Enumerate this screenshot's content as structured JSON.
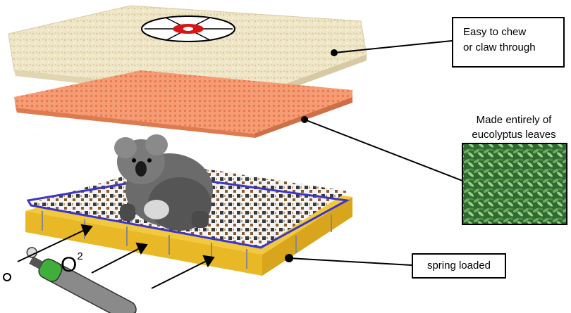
{
  "labels": {
    "top_layer": [
      "Easy to chew",
      "or claw through"
    ],
    "middle_layer": [
      "Made entirely of",
      "eucolyptus leaves"
    ],
    "bottom_layer": "spring loaded",
    "gas_base": "O",
    "gas_mark": "2"
  },
  "colors": {
    "foam": "#efe6c8",
    "pad": "#f39a72",
    "spring_frame": "#f2c93a",
    "frame_outline": "#3d35c8",
    "leaves": "#3f7a3c",
    "target_red": "#d81414",
    "tank_green": "#3fae3a"
  }
}
